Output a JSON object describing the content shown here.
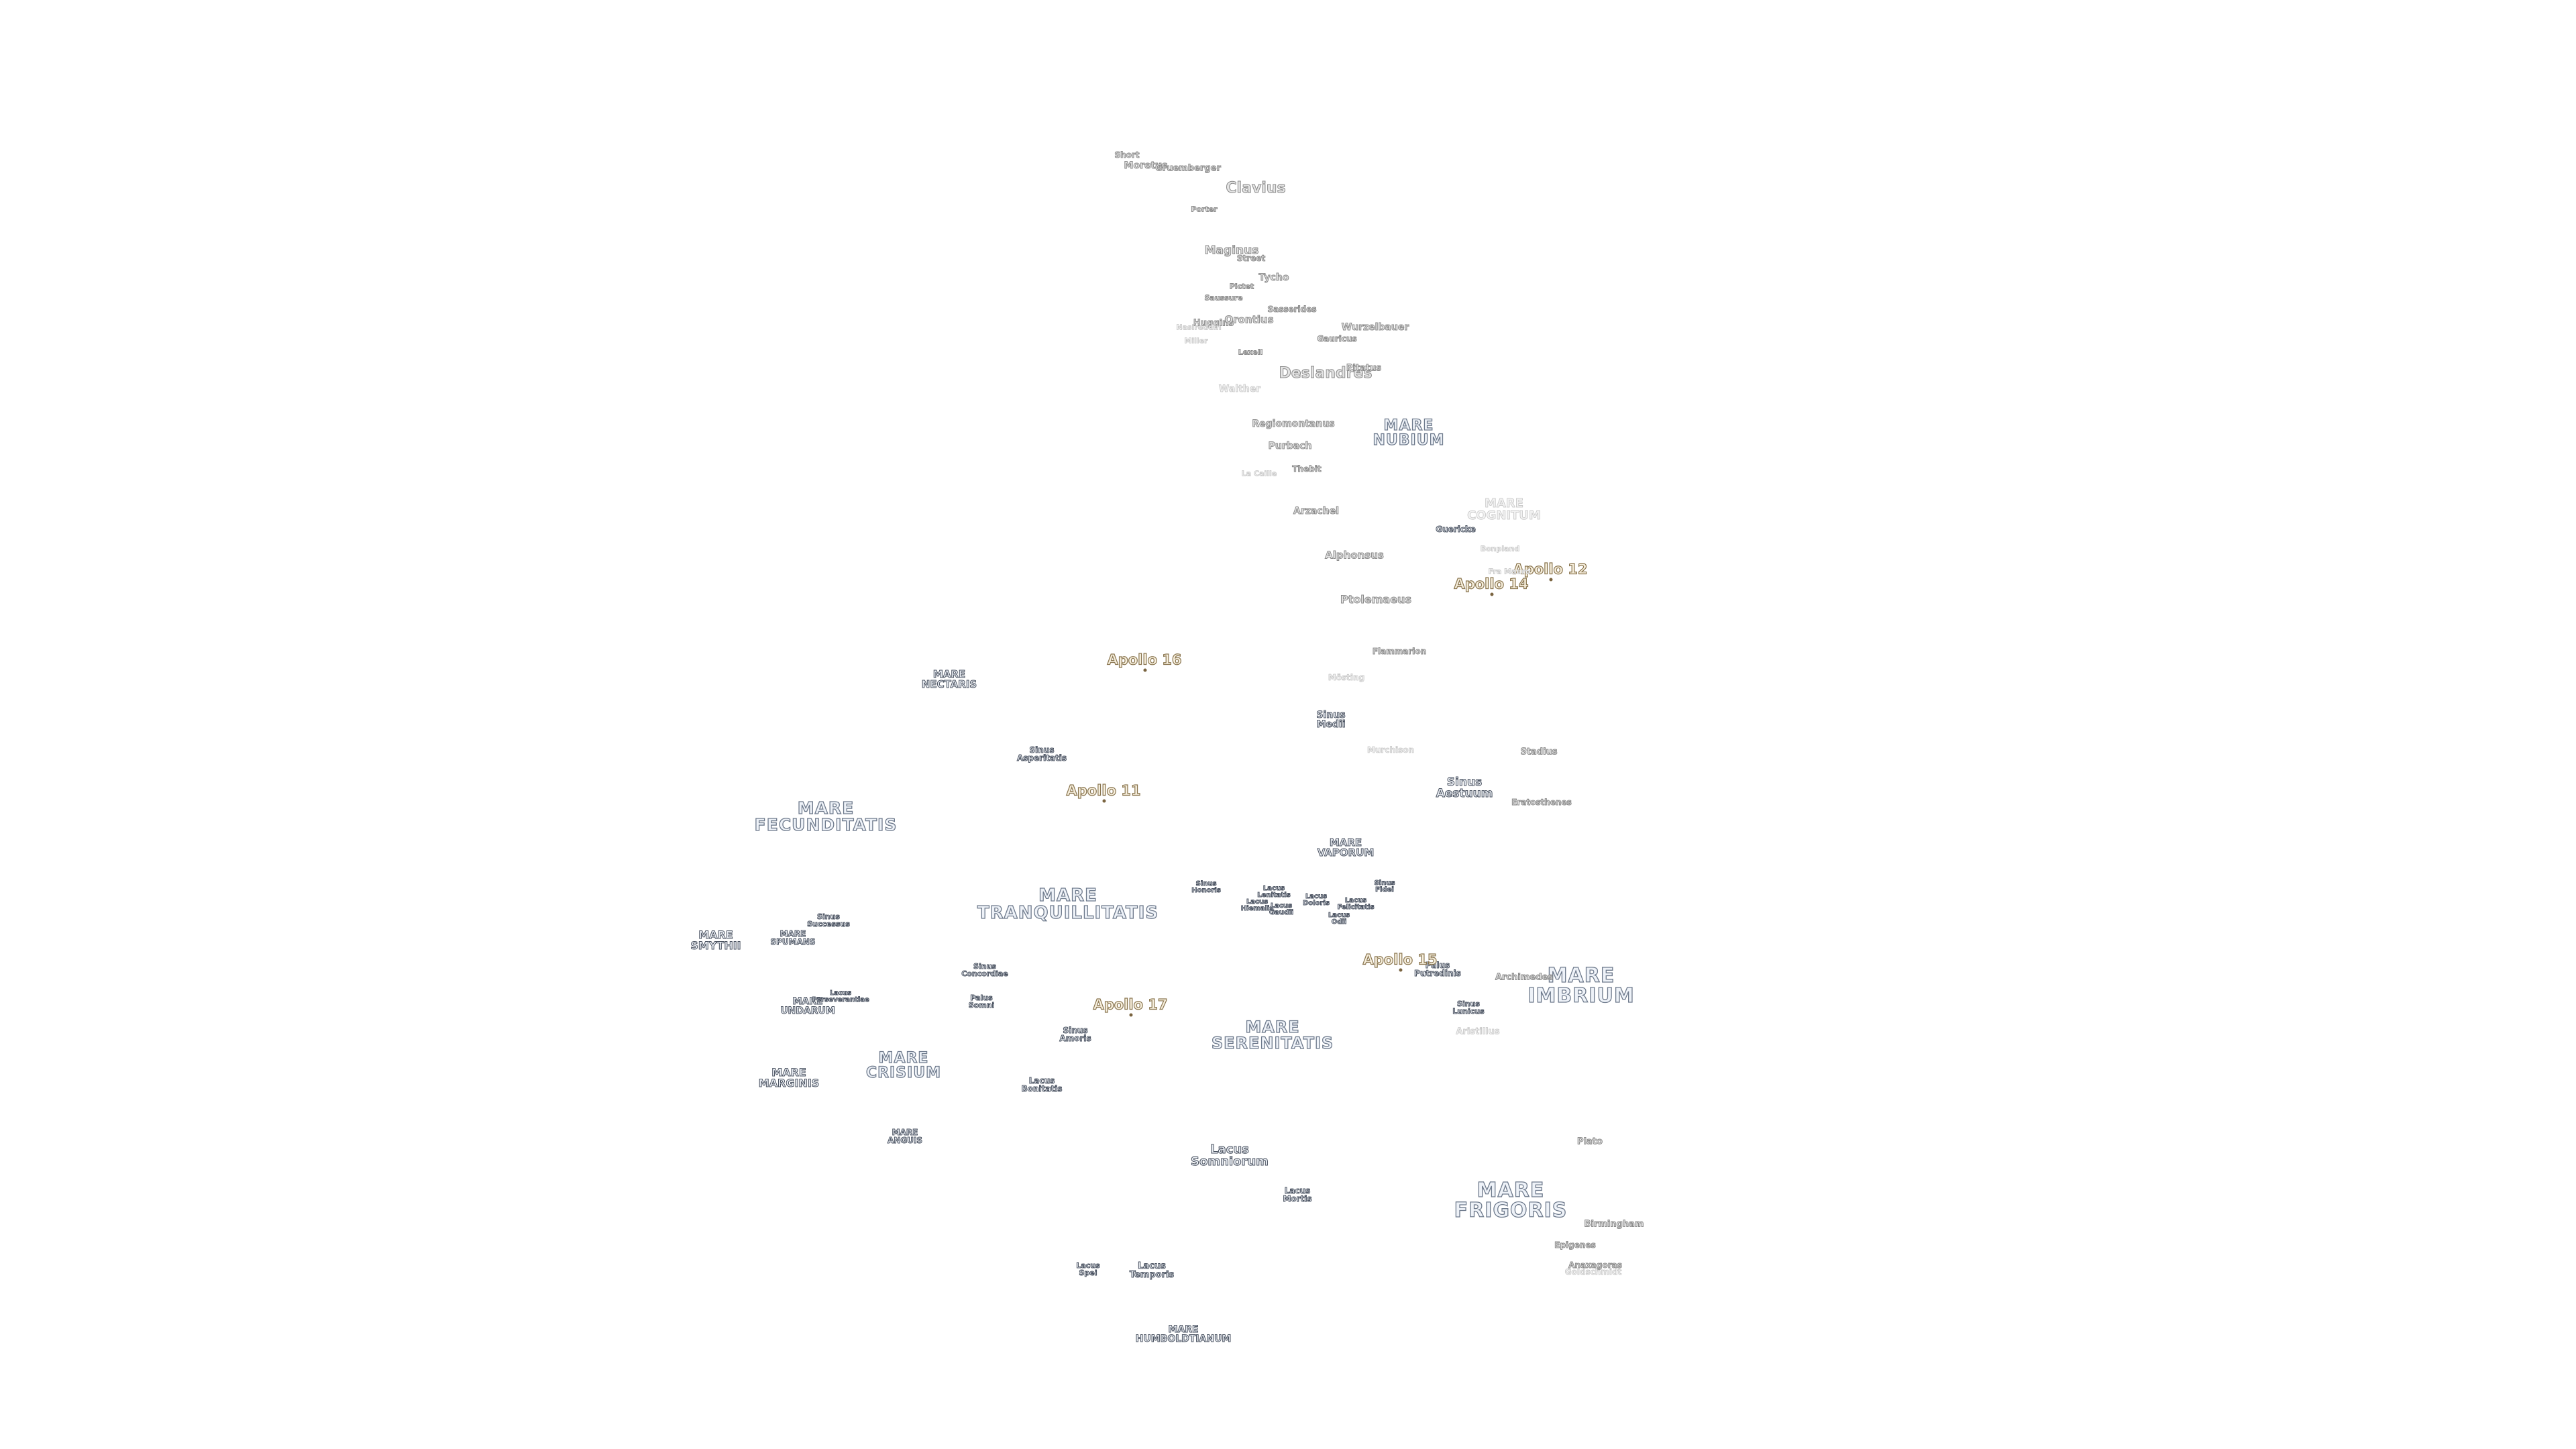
{
  "labels": [
    {
      "id": "mare-frigoris",
      "kind": "mare",
      "lines": [
        "MARE",
        "FRIGORIS"
      ]
    },
    {
      "id": "mare-imbrium",
      "kind": "mare",
      "lines": [
        "MARE",
        "IMBRIUM"
      ]
    },
    {
      "id": "mare-serenitatis",
      "kind": "mare",
      "lines": [
        "MARE",
        "SERENITATIS"
      ]
    },
    {
      "id": "mare-tranquillitatis",
      "kind": "mare",
      "lines": [
        "MARE",
        "TRANQUILLITATIS"
      ]
    },
    {
      "id": "mare-fecunditatis",
      "kind": "mare",
      "lines": [
        "MARE",
        "FECUNDITATIS"
      ]
    },
    {
      "id": "mare-crisium",
      "kind": "mare",
      "lines": [
        "MARE",
        "CRISIUM"
      ]
    },
    {
      "id": "mare-nubium",
      "kind": "mare",
      "lines": [
        "MARE",
        "NUBIUM"
      ]
    },
    {
      "id": "mare-cognitum",
      "kind": "mare-faint",
      "lines": [
        "MARE",
        "COGNITUM"
      ]
    },
    {
      "id": "mare-nectaris",
      "kind": "small",
      "lines": [
        "MARE",
        "NECTARIS"
      ]
    },
    {
      "id": "mare-vaporum",
      "kind": "small",
      "lines": [
        "MARE",
        "VAPORUM"
      ]
    },
    {
      "id": "mare-smythii",
      "kind": "small",
      "lines": [
        "MARE",
        "SMYTHII"
      ]
    },
    {
      "id": "mare-spumans",
      "kind": "small",
      "lines": [
        "MARE",
        "SPUMANS"
      ]
    },
    {
      "id": "mare-undarum",
      "kind": "small",
      "lines": [
        "MARE",
        "UNDARUM"
      ]
    },
    {
      "id": "mare-marginis",
      "kind": "small",
      "lines": [
        "MARE",
        "MARGINIS"
      ]
    },
    {
      "id": "mare-anguis",
      "kind": "small",
      "lines": [
        "MARE",
        "ANGUIS"
      ]
    },
    {
      "id": "mare-humboldtianum",
      "kind": "small",
      "lines": [
        "MARE",
        "HUMBOLDTIANUM"
      ]
    },
    {
      "id": "lacus-somniorum",
      "kind": "small",
      "lines": [
        "Lacus",
        "Somniorum"
      ]
    },
    {
      "id": "lacus-mortis",
      "kind": "small",
      "lines": [
        "Lacus",
        "Mortis"
      ]
    },
    {
      "id": "lacus-temporis",
      "kind": "small",
      "lines": [
        "Lacus",
        "Temporis"
      ]
    },
    {
      "id": "lacus-spei",
      "kind": "small",
      "lines": [
        "Lacus",
        "Spei"
      ]
    },
    {
      "id": "lacus-bonitatis",
      "kind": "small",
      "lines": [
        "Lacus",
        "Bonitatis"
      ]
    },
    {
      "id": "lacus-perseverantiae",
      "kind": "small",
      "lines": [
        "Lacus",
        "Perseverantiae"
      ]
    },
    {
      "id": "lacus-lenitatis",
      "kind": "small",
      "lines": [
        "Lacus",
        "Lenitatis"
      ]
    },
    {
      "id": "lacus-hiemalis",
      "kind": "small",
      "lines": [
        "Lacus",
        "Hiemalis"
      ]
    },
    {
      "id": "lacus-gaudii",
      "kind": "small",
      "lines": [
        "Lacus",
        "Gaudii"
      ]
    },
    {
      "id": "lacus-doloris",
      "kind": "small",
      "lines": [
        "Lacus",
        "Doloris"
      ]
    },
    {
      "id": "lacus-odii",
      "kind": "small",
      "lines": [
        "Lacus",
        "Odii"
      ]
    },
    {
      "id": "lacus-felicitatis",
      "kind": "small",
      "lines": [
        "Lacus",
        "Felicitatis"
      ]
    },
    {
      "id": "sinus-medii",
      "kind": "small",
      "lines": [
        "Sinus",
        "Medii"
      ]
    },
    {
      "id": "sinus-aestuum",
      "kind": "small",
      "lines": [
        "Sinus",
        "Aestuum"
      ]
    },
    {
      "id": "sinus-asperitatis",
      "kind": "small",
      "lines": [
        "Sinus",
        "Asperitatis"
      ]
    },
    {
      "id": "sinus-successus",
      "kind": "small",
      "lines": [
        "Sinus",
        "Successus"
      ]
    },
    {
      "id": "sinus-concordiae",
      "kind": "small",
      "lines": [
        "Sinus",
        "Concordiae"
      ]
    },
    {
      "id": "sinus-amoris",
      "kind": "small",
      "lines": [
        "Sinus",
        "Amoris"
      ]
    },
    {
      "id": "sinus-honoris",
      "kind": "small",
      "lines": [
        "Sinus",
        "Honoris"
      ]
    },
    {
      "id": "sinus-fidei",
      "kind": "small",
      "lines": [
        "Sinus",
        "Fidei"
      ]
    },
    {
      "id": "sinus-lunicus",
      "kind": "small",
      "lines": [
        "Sinus",
        "Lunicus"
      ]
    },
    {
      "id": "palus-somni",
      "kind": "small",
      "lines": [
        "Palus",
        "Somni"
      ]
    },
    {
      "id": "palus-putredinis",
      "kind": "small",
      "lines": [
        "Palus",
        "Putredinis"
      ]
    },
    {
      "id": "apollo-11",
      "kind": "apollo",
      "lines": [
        "Apollo 11"
      ]
    },
    {
      "id": "apollo-12",
      "kind": "apollo",
      "lines": [
        "Apollo 12"
      ]
    },
    {
      "id": "apollo-14",
      "kind": "apollo",
      "lines": [
        "Apollo 14"
      ]
    },
    {
      "id": "apollo-15",
      "kind": "apollo",
      "lines": [
        "Apollo 15"
      ]
    },
    {
      "id": "apollo-16",
      "kind": "apollo",
      "lines": [
        "Apollo 16"
      ]
    },
    {
      "id": "apollo-17",
      "kind": "apollo",
      "lines": [
        "Apollo 17"
      ]
    },
    {
      "id": "crater-clavius",
      "kind": "crater-big",
      "lines": [
        "Clavius"
      ]
    },
    {
      "id": "crater-deslandres",
      "kind": "crater-big",
      "lines": [
        "Deslandres"
      ]
    },
    {
      "id": "crater-short",
      "kind": "crater",
      "lines": [
        "Short"
      ]
    },
    {
      "id": "crater-moretus",
      "kind": "crater",
      "lines": [
        "Moretus"
      ]
    },
    {
      "id": "crater-gruemberger",
      "kind": "crater",
      "lines": [
        "Gruemberger"
      ]
    },
    {
      "id": "crater-porter",
      "kind": "crater",
      "lines": [
        "Porter"
      ]
    },
    {
      "id": "crater-maginus",
      "kind": "crater",
      "lines": [
        "Maginus"
      ]
    },
    {
      "id": "crater-street",
      "kind": "crater",
      "lines": [
        "Street"
      ]
    },
    {
      "id": "crater-tycho",
      "kind": "crater",
      "lines": [
        "Tycho"
      ]
    },
    {
      "id": "crater-pictet",
      "kind": "crater",
      "lines": [
        "Pictet"
      ]
    },
    {
      "id": "crater-saussure",
      "kind": "crater",
      "lines": [
        "Saussure"
      ]
    },
    {
      "id": "crater-sasserides",
      "kind": "crater",
      "lines": [
        "Sasserides"
      ]
    },
    {
      "id": "crater-huggins",
      "kind": "crater",
      "lines": [
        "Huggins"
      ]
    },
    {
      "id": "crater-orontius",
      "kind": "crater",
      "lines": [
        "Orontius"
      ]
    },
    {
      "id": "crater-nasireddin",
      "kind": "crater-faint",
      "lines": [
        "Nasireddin"
      ]
    },
    {
      "id": "crater-miller",
      "kind": "crater-faint",
      "lines": [
        "Miller"
      ]
    },
    {
      "id": "crater-wurzelbauer",
      "kind": "crater",
      "lines": [
        "Wurzelbauer"
      ]
    },
    {
      "id": "crater-gauricus",
      "kind": "crater",
      "lines": [
        "Gauricus"
      ]
    },
    {
      "id": "crater-lexell",
      "kind": "crater",
      "lines": [
        "Lexell"
      ]
    },
    {
      "id": "crater-pitatus",
      "kind": "crater",
      "lines": [
        "Pitatus"
      ]
    },
    {
      "id": "crater-walther",
      "kind": "crater-faint",
      "lines": [
        "Walther"
      ]
    },
    {
      "id": "crater-regiomontanus",
      "kind": "crater",
      "lines": [
        "Regiomontanus"
      ]
    },
    {
      "id": "crater-purbach",
      "kind": "crater",
      "lines": [
        "Purbach"
      ]
    },
    {
      "id": "crater-thebit",
      "kind": "crater",
      "lines": [
        "Thebit"
      ]
    },
    {
      "id": "crater-la-caille",
      "kind": "crater-faint",
      "lines": [
        "La Caille"
      ]
    },
    {
      "id": "crater-arzachel",
      "kind": "crater",
      "lines": [
        "Arzachel"
      ]
    },
    {
      "id": "crater-guericke",
      "kind": "crater-dark",
      "lines": [
        "Guericke"
      ]
    },
    {
      "id": "crater-alphonsus",
      "kind": "crater",
      "lines": [
        "Alphonsus"
      ]
    },
    {
      "id": "crater-bonpland",
      "kind": "crater-faint",
      "lines": [
        "Bonpland"
      ]
    },
    {
      "id": "crater-fra-mauro",
      "kind": "crater-faint",
      "lines": [
        "Fra Mauro"
      ]
    },
    {
      "id": "crater-ptolemaeus",
      "kind": "crater",
      "lines": [
        "Ptolemaeus"
      ]
    },
    {
      "id": "crater-flammarion",
      "kind": "crater",
      "lines": [
        "Flammarion"
      ]
    },
    {
      "id": "crater-mosting",
      "kind": "crater-faint",
      "lines": [
        "Mösting"
      ]
    },
    {
      "id": "crater-murchison",
      "kind": "crater-faint",
      "lines": [
        "Murchison"
      ]
    },
    {
      "id": "crater-stadius",
      "kind": "crater",
      "lines": [
        "Stadius"
      ]
    },
    {
      "id": "crater-eratosthenes",
      "kind": "crater",
      "lines": [
        "Eratosthenes"
      ]
    },
    {
      "id": "crater-archimedes",
      "kind": "crater",
      "lines": [
        "Archimedes"
      ]
    },
    {
      "id": "crater-aristillus",
      "kind": "crater-faint",
      "lines": [
        "Aristillus"
      ]
    },
    {
      "id": "crater-plato",
      "kind": "crater",
      "lines": [
        "Plato"
      ]
    },
    {
      "id": "crater-birmingham",
      "kind": "crater",
      "lines": [
        "Birmingham"
      ]
    },
    {
      "id": "crater-epigenes",
      "kind": "crater",
      "lines": [
        "Epigenes"
      ]
    },
    {
      "id": "crater-anaxagoras",
      "kind": "crater",
      "lines": [
        "Anaxagoras"
      ]
    },
    {
      "id": "crater-goldschmidt",
      "kind": "crater-faint",
      "lines": [
        "Goldschmidt"
      ]
    }
  ]
}
